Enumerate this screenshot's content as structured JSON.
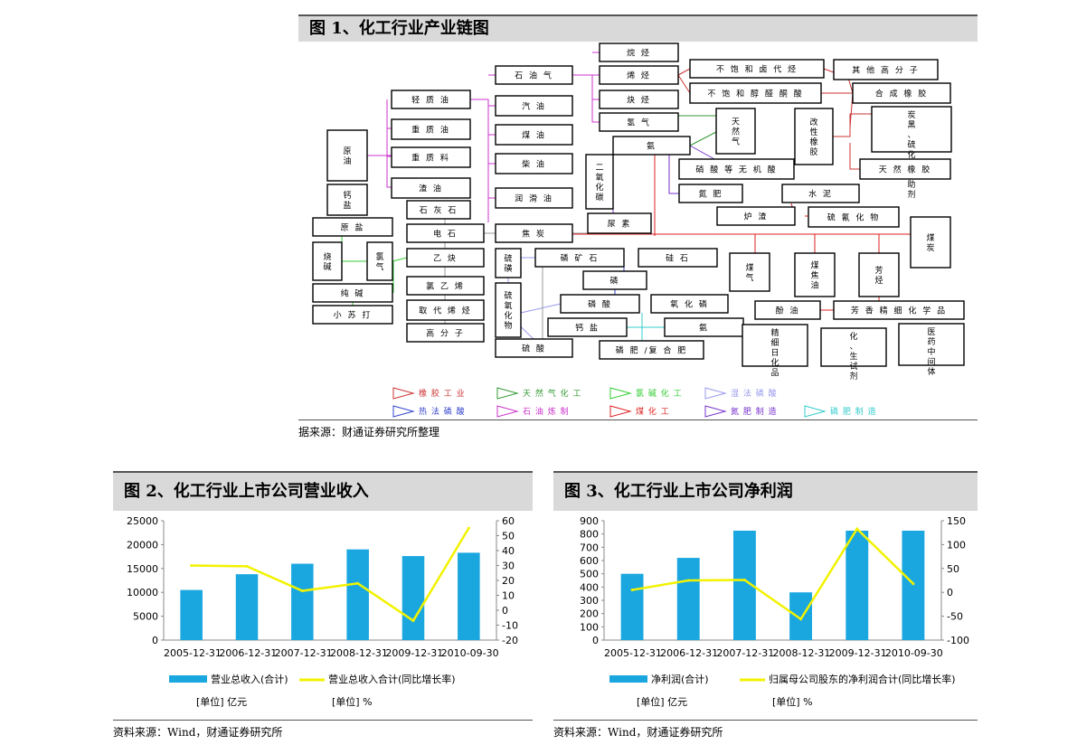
{
  "figure1": {
    "title": "图 1、化工行业产业链图",
    "source": "据来源：财通证券研究所整理",
    "nodes": {
      "alkane": "烷 烃",
      "natural_gas_top": "石 油 气",
      "olefin": "烯 烃",
      "unsat_halide": "不 饱 和 卤 代 烃",
      "other_polymer": "其 他 高 分 子",
      "light_oil": "轻 质 油",
      "gasoline": "汽 油",
      "alkyne": "炔 烃",
      "unsat_alc": "不 饱 和 醇 醛 酮 酸",
      "syn_rubber": "合 成 橡 胶",
      "heavy_oil": "重 质 油",
      "hydrogen": "氢 气",
      "natural_gas": "天 然 气",
      "modified_rubber": "改 性 橡 胶",
      "carbon_black": "炭 黑 、 硫 化 物 等 助 剂",
      "crude_oil": "原 油",
      "coal_oil": "煤 油",
      "ammonia": "氨",
      "heavy_material": "重 质 料",
      "diesel": "柴 油",
      "co2": "二 氧 化 碳",
      "nitric_acid": "硝 酸 等 无 机 酸",
      "natural_rubber": "天 然 橡 胶",
      "residue": "渣 油",
      "calcium_salt": "钙 盐",
      "lubricant": "润 滑 油",
      "nitrogen_fert": "氮 肥",
      "cement": "水 泥",
      "limestone": "石 灰 石",
      "urea": "尿 素",
      "slag": "炉 渣",
      "sulfur_nitride": "硫 氰 化 物",
      "coal": "煤 炭",
      "raw_salt": "原 盐",
      "carbide": "电 石",
      "coke": "焦 炭",
      "caustic_soda": "烧 碱",
      "chlorine": "氯 气",
      "acetylene": "乙 炔",
      "sulfur_iron": "硫 磺",
      "phosphate_ore": "磷 矿 石",
      "silica": "硅 石",
      "coal_gas": "煤 气",
      "coal_tar": "煤 焦 油",
      "aromatic": "芳 烃",
      "pvc": "氯 乙 烯",
      "phosphorus": "磷",
      "soda_ash": "纯 碱",
      "sulfide": "硫 氧 化 物",
      "phosphoric_acid": "磷 酸",
      "phosphide": "氧 化 磷",
      "phenol": "酚 油",
      "aromatic_fine": "芳 香 精 细 化 学 品",
      "baking_soda": "小 苏 打",
      "sub_olefin": "取 代 烯 烃",
      "calcium_salt2": "钙 盐",
      "ammonia2": "氨",
      "fine_daily": "精 细 日 化 品",
      "chem_reagent": "化 、 生 试 剂",
      "pharma": "医 药 中 间 体",
      "polymer": "高 分 子",
      "sulfuric_acid": "硫 酸",
      "phos_fert": "磷 肥 /复 合 肥"
    },
    "legend": [
      {
        "label": "橡 胶 工 业",
        "color": "#cc3333"
      },
      {
        "label": "天 然 气 化 工",
        "color": "#339933"
      },
      {
        "label": "氯 碱 化 工",
        "color": "#33cc33"
      },
      {
        "label": "湿 法 磷 酸",
        "color": "#9999ee"
      },
      {
        "label": "热 法 磷 酸",
        "color": "#3344cc"
      },
      {
        "label": "石 油 炼 制",
        "color": "#cc33cc"
      },
      {
        "label": "煤 化 工",
        "color": "#dd2222"
      },
      {
        "label": "氮 肥 制 造",
        "color": "#7733cc"
      },
      {
        "label": "磷 肥 制 造",
        "color": "#33cccc"
      }
    ]
  },
  "figure2": {
    "title": "图 2、化工行业上市公司营业收入",
    "source": "资料来源：Wind，财通证券研究所",
    "unit_left": "[单位] 亿元",
    "unit_right": "[单位] %"
  },
  "figure3": {
    "title": "图 3、化工行业上市公司净利润",
    "source": "资料来源：Wind，财通证券研究所",
    "unit_left": "[单位] 亿元",
    "unit_right": "[单位] %"
  },
  "chart_data": [
    {
      "type": "bar",
      "categories": [
        "2005-12-31",
        "2006-12-31",
        "2007-12-31",
        "2008-12-31",
        "2009-12-31",
        "2010-09-30"
      ],
      "series": [
        {
          "name": "营业总收入(合计)",
          "type": "bar",
          "axis": "left",
          "values": [
            10500,
            13800,
            16000,
            19000,
            17600,
            18300
          ]
        },
        {
          "name": "营业总收入合计(同比增长率)",
          "type": "line",
          "axis": "right",
          "values": [
            30,
            29.5,
            13,
            18,
            -7,
            55
          ]
        }
      ],
      "ylim": [
        0,
        25000
      ],
      "yticks": [
        0,
        5000,
        10000,
        15000,
        20000,
        25000
      ],
      "y2lim": [
        -20,
        60
      ],
      "y2ticks": [
        -20,
        -10,
        0,
        10,
        20,
        30,
        40,
        50,
        60
      ],
      "colors": {
        "bar": "#1aa7e0",
        "line": "#f2f200"
      },
      "grid": false,
      "legend": "bottom"
    },
    {
      "type": "bar",
      "categories": [
        "2005-12-31",
        "2006-12-31",
        "2007-12-31",
        "2008-12-31",
        "2009-12-31",
        "2010-09-30"
      ],
      "series": [
        {
          "name": "净利润(合计)",
          "type": "bar",
          "axis": "left",
          "values": [
            500,
            620,
            825,
            360,
            825,
            825
          ]
        },
        {
          "name": "归属母公司股东的净利润合计(同比增长率)",
          "type": "line",
          "axis": "right",
          "values": [
            5,
            25,
            26,
            -56,
            133,
            18
          ]
        }
      ],
      "ylim": [
        0,
        900
      ],
      "yticks": [
        0,
        100,
        200,
        300,
        400,
        500,
        600,
        700,
        800,
        900
      ],
      "y2lim": [
        -100,
        150
      ],
      "y2ticks": [
        -100,
        -50,
        0,
        50,
        100,
        150
      ],
      "colors": {
        "bar": "#1aa7e0",
        "line": "#f2f200"
      },
      "grid": false,
      "legend": "bottom"
    }
  ]
}
